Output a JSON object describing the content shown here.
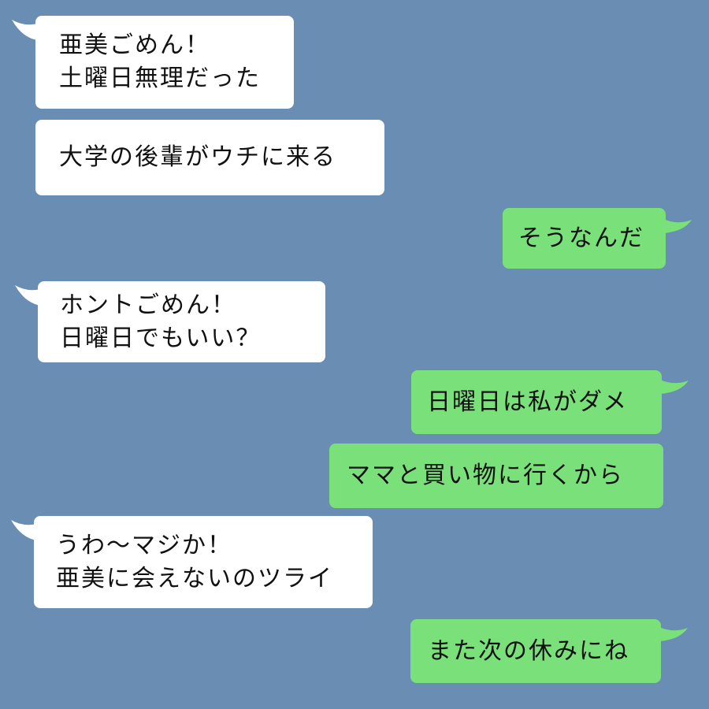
{
  "chat": {
    "background_color": "#6a8db3",
    "incoming_color": "#ffffff",
    "outgoing_color": "#7ae07a",
    "messages": [
      {
        "side": "incoming",
        "text": "亜美ごめん！\n土曜日無理だった",
        "has_tail": true
      },
      {
        "side": "incoming",
        "text": "大学の後輩がウチに来る",
        "has_tail": false
      },
      {
        "side": "outgoing",
        "text": "そうなんだ",
        "has_tail": true
      },
      {
        "side": "incoming",
        "text": "ホントごめん！\n日曜日でもいい？",
        "has_tail": true
      },
      {
        "side": "outgoing",
        "text": "日曜日は私がダメ",
        "has_tail": true
      },
      {
        "side": "outgoing",
        "text": "ママと買い物に行くから",
        "has_tail": false
      },
      {
        "side": "incoming",
        "text": "うわ～マジか！\n亜美に会えないのツライ",
        "has_tail": true
      },
      {
        "side": "outgoing",
        "text": "また次の休みにね",
        "has_tail": true
      }
    ]
  }
}
